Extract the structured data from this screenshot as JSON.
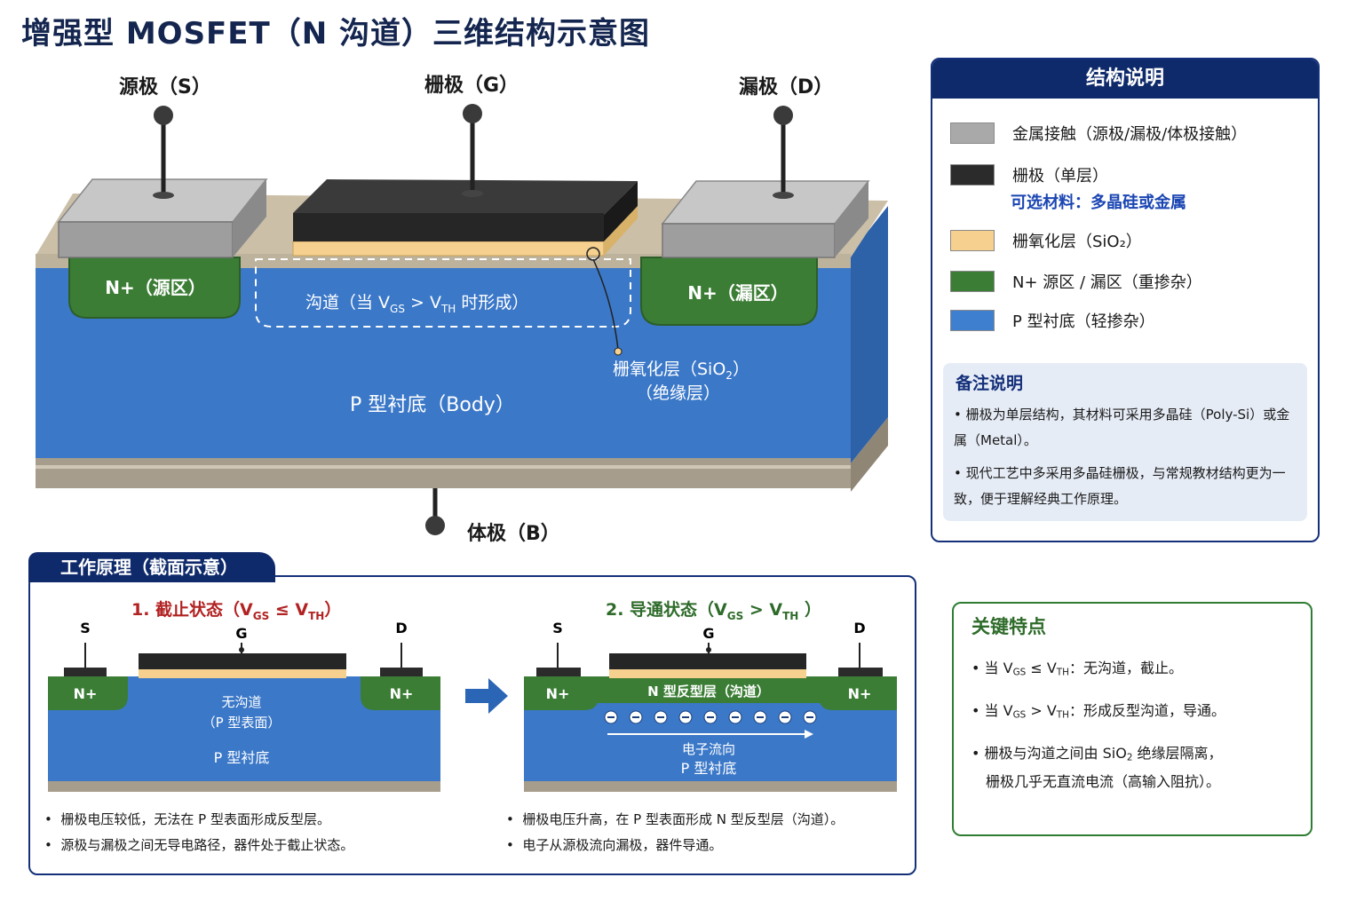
{
  "title": "增强型 MOSFET（N 沟道）三维结构示意图",
  "terminals": {
    "source": "源极（S）",
    "gate": "栅极（G）",
    "drain": "漏极（D）",
    "body": "体极（B）"
  },
  "diagram3d": {
    "n_source": "N+（源区）",
    "n_drain": "N+（漏区）",
    "channel_pre": "沟道（当 V",
    "channel_gs": "GS",
    "channel_mid": " > V",
    "channel_th": "TH",
    "channel_post": " 时形成）",
    "oxide_pre": "栅氧化层（SiO",
    "oxide_sub": "2",
    "oxide_post": "）",
    "oxide_sub_label": "（绝缘层）",
    "substrate": "P 型衬底（Body）"
  },
  "legend": {
    "title": "结构说明",
    "items": [
      {
        "label": "金属接触（源极/漏极/体极接触）",
        "color": "#a9a9a9"
      },
      {
        "label": "栅极（单层）",
        "color": "#2b2b2b"
      },
      {
        "label": "栅氧化层（SiO₂）",
        "color": "#f5d08e"
      },
      {
        "label": "N+ 源区 / 漏区（重掺杂）",
        "color": "#3b7d35"
      },
      {
        "label": "P 型衬底（轻掺杂）",
        "color": "#3f7fd0"
      }
    ],
    "gate_material": "可选材料：多晶硅或金属",
    "notes_title": "备注说明",
    "notes": [
      "栅极为单层结构，其材料可采用多晶硅（Poly-Si）或金属（Metal）。",
      "现代工艺中多采用多晶硅栅极，与常规教材结构更为一致，便于理解经典工作原理。"
    ]
  },
  "working": {
    "tab": "工作原理（截面示意）",
    "off": {
      "title_pre": "1. 截止状态（V",
      "title_mid": " ≤ V",
      "title_post": "）",
      "gs": "GS",
      "th": "TH",
      "s": "S",
      "g": "G",
      "d": "D",
      "n": "N+",
      "no_channel": "无沟道",
      "p_surface": "（P 型表面）",
      "substrate": "P 型衬底",
      "bullets": [
        "栅极电压较低，无法在 P 型表面形成反型层。",
        "源极与漏极之间无导电路径，器件处于截止状态。"
      ]
    },
    "on": {
      "title_pre": "2. 导通状态（V",
      "title_mid": " > V",
      "title_post": " ）",
      "gs": "GS",
      "th": "TH",
      "s": "S",
      "g": "G",
      "d": "D",
      "n": "N+",
      "inversion": "N 型反型层（沟道）",
      "electron_flow": "电子流向",
      "substrate": "P 型衬底",
      "electron_count": 9,
      "bullets": [
        "栅极电压升高，在 P 型表面形成 N 型反型层（沟道）。",
        "电子从源极流向漏极，器件导通。"
      ]
    }
  },
  "features": {
    "title": "关键特点",
    "items": [
      {
        "pre": "当 V",
        "s1": "GS",
        "mid": " ≤ V",
        "s2": "TH",
        "post": "：无沟道，截止。"
      },
      {
        "pre": "当 V",
        "s1": "GS",
        "mid": " > V",
        "s2": "TH",
        "post": "：形成反型沟道，导通。"
      }
    ],
    "item3_line1_pre": "栅极与沟道之间由 SiO",
    "item3_sub": "2",
    "item3_line1_post": " 绝缘层隔离，",
    "item3_line2": "栅极几乎无直流电流（高输入阻抗）。"
  }
}
